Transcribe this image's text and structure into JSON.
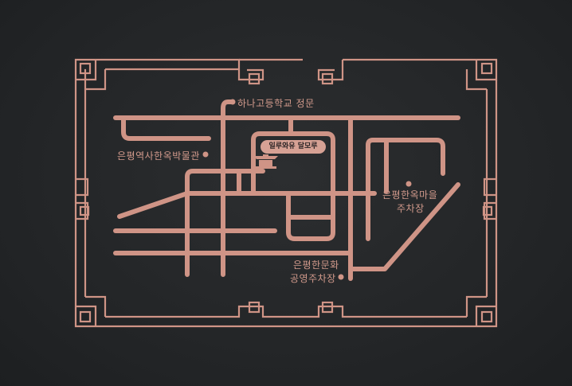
{
  "map": {
    "foil_color": "#cf9486",
    "background_color": "#232527",
    "labels": {
      "school_gate": "하나고등학교 정문",
      "museum": "은평역사한옥박물관",
      "venue": "일루와유 달모루",
      "hanok_parking_line1": "은평한옥마을",
      "hanok_parking_line2": "주차장",
      "culture_parking_line1": "은평한문화",
      "culture_parking_line2": "공영주차장"
    }
  }
}
